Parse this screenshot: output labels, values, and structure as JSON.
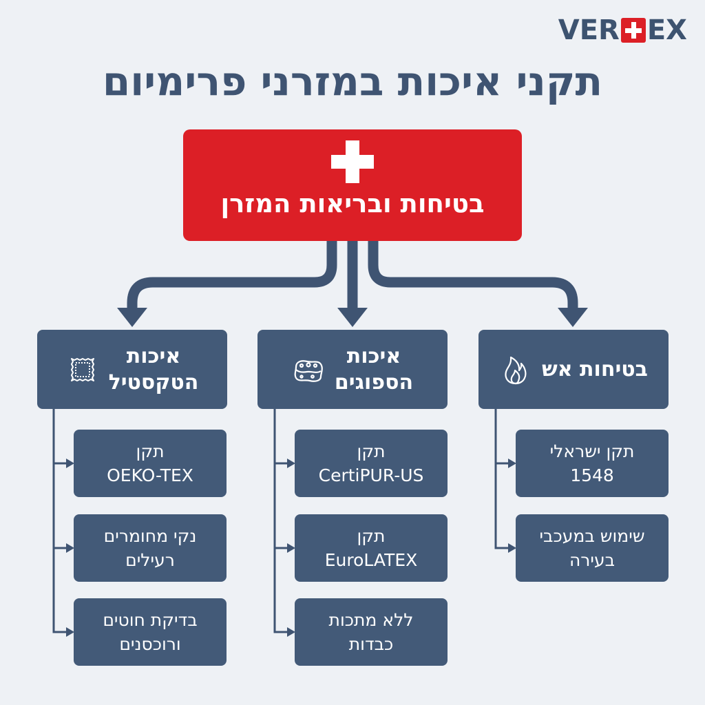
{
  "logo": {
    "left": "VER",
    "right": "EX"
  },
  "title": "תקני איכות במזרני פרימיום",
  "main": {
    "label": "בטיחות ובריאות המזרן",
    "icon": "medical-cross-icon"
  },
  "categories": [
    {
      "label_line1": "בטיחות אש",
      "label_line2": "",
      "icon": "flame-icon",
      "items": [
        {
          "line1": "תקן ישראלי",
          "line2": "1548"
        },
        {
          "line1": "שימוש במעכבי",
          "line2": "בעירה"
        }
      ]
    },
    {
      "label_line1": "איכות",
      "label_line2": "הספוגים",
      "icon": "sponge-icon",
      "items": [
        {
          "line1": "תקן",
          "line2": "CertiPUR-US"
        },
        {
          "line1": "תקן",
          "line2": "EuroLATEX"
        },
        {
          "line1": "ללא מתכות",
          "line2": "כבדות"
        }
      ]
    },
    {
      "label_line1": "איכות",
      "label_line2": "הטקסטיל",
      "icon": "fabric-swatch-icon",
      "items": [
        {
          "line1": "תקן",
          "line2": "OEKO-TEX"
        },
        {
          "line1": "נקי מחומרים",
          "line2": "רעילים"
        },
        {
          "line1": "בדיקת חוטים",
          "line2": "ורוכסנים"
        }
      ]
    }
  ],
  "colors": {
    "red": "#dc1f26",
    "navy": "#435a78",
    "background": "#eef1f5",
    "title": "#3f5472"
  }
}
